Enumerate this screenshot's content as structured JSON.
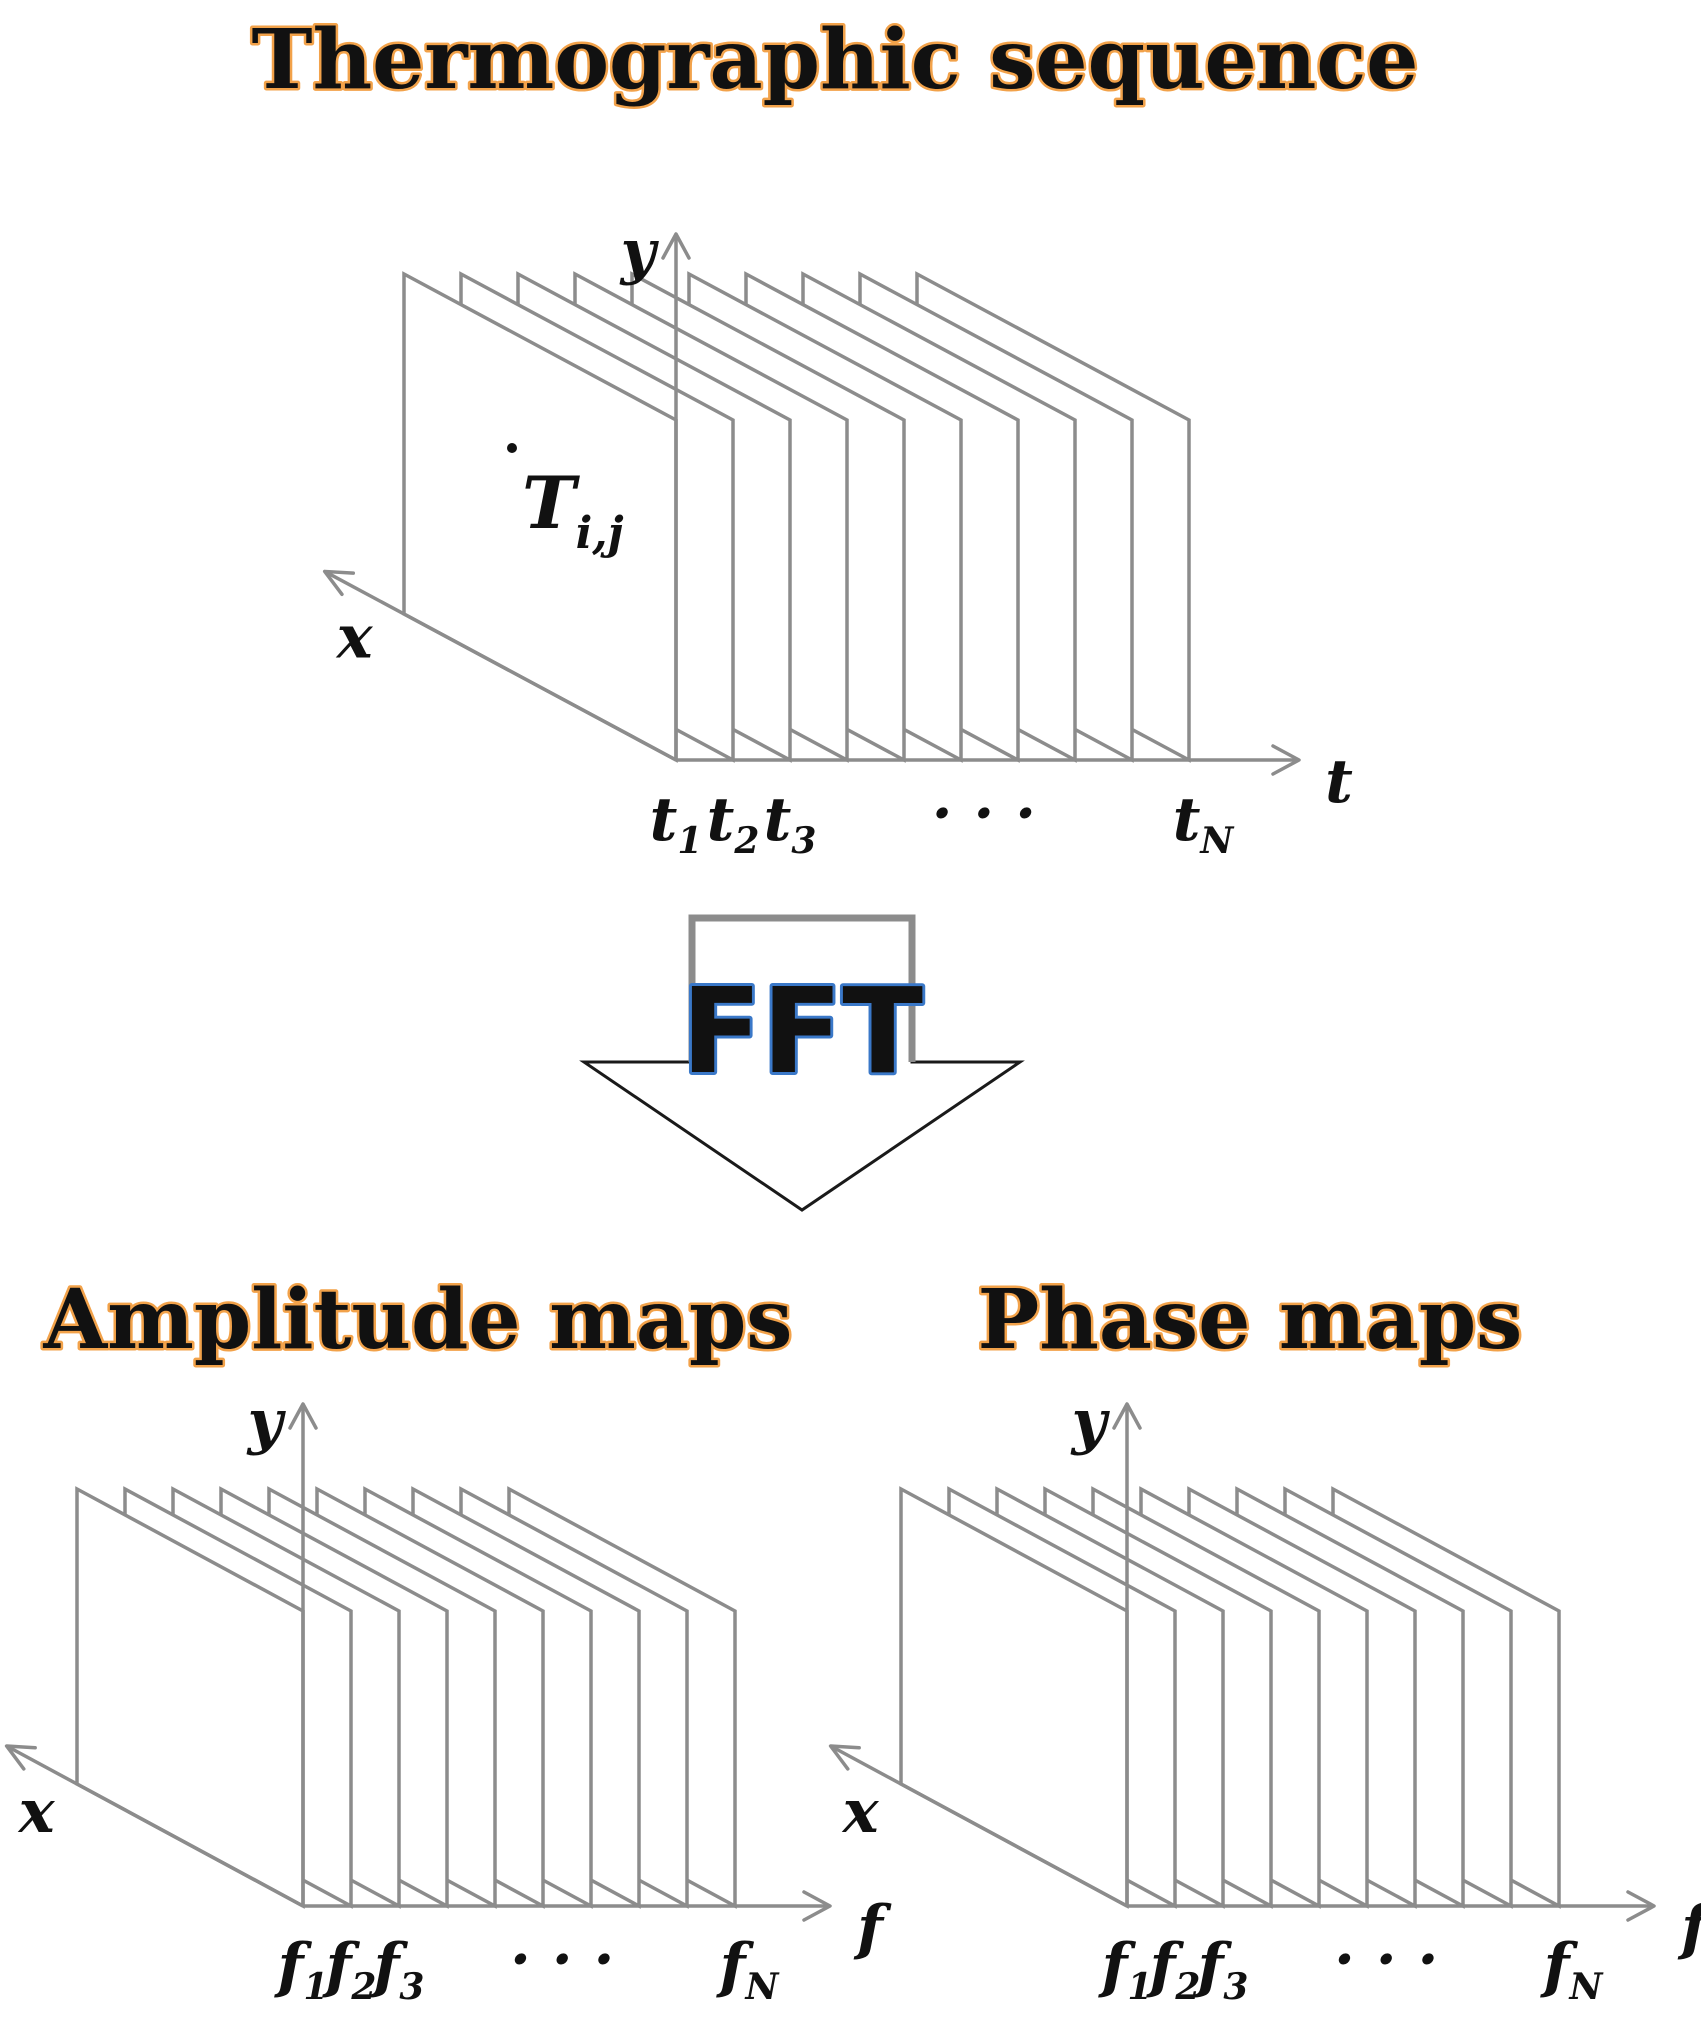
{
  "titles": {
    "sequence": "Thermographic sequence",
    "amplitude": "Amplitude maps",
    "phase": "Phase maps"
  },
  "transform_label": "FFT",
  "pixel_label": {
    "base": "T",
    "sub": "i,j"
  },
  "sequence_stack": {
    "frame_count": 10,
    "axes": {
      "vertical": "y",
      "depth": "x",
      "horizontal": "t"
    },
    "ticks": [
      {
        "base": "t",
        "sub": "1"
      },
      {
        "base": "t",
        "sub": "2"
      },
      {
        "base": "t",
        "sub": "3"
      },
      {
        "base": "t",
        "sub": "N"
      }
    ],
    "ellipsis": "· · ·"
  },
  "amplitude_stack": {
    "frame_count": 10,
    "axes": {
      "vertical": "y",
      "depth": "x",
      "horizontal": "f"
    },
    "ticks": [
      {
        "base": "f",
        "sub": "1"
      },
      {
        "base": "f",
        "sub": "2"
      },
      {
        "base": "f",
        "sub": "3"
      },
      {
        "base": "f",
        "sub": "N"
      }
    ],
    "ellipsis": "· · ·"
  },
  "phase_stack": {
    "frame_count": 10,
    "axes": {
      "vertical": "y",
      "depth": "x",
      "horizontal": "f"
    },
    "ticks": [
      {
        "base": "f",
        "sub": "1"
      },
      {
        "base": "f",
        "sub": "2"
      },
      {
        "base": "f",
        "sub": "3"
      },
      {
        "base": "f",
        "sub": "N"
      }
    ],
    "ellipsis": "· · ·"
  },
  "colors": {
    "line": "#8c8c8c",
    "text": "#111111",
    "title_glow": "#f2a24a",
    "fft_glow": "#3a78c8"
  }
}
